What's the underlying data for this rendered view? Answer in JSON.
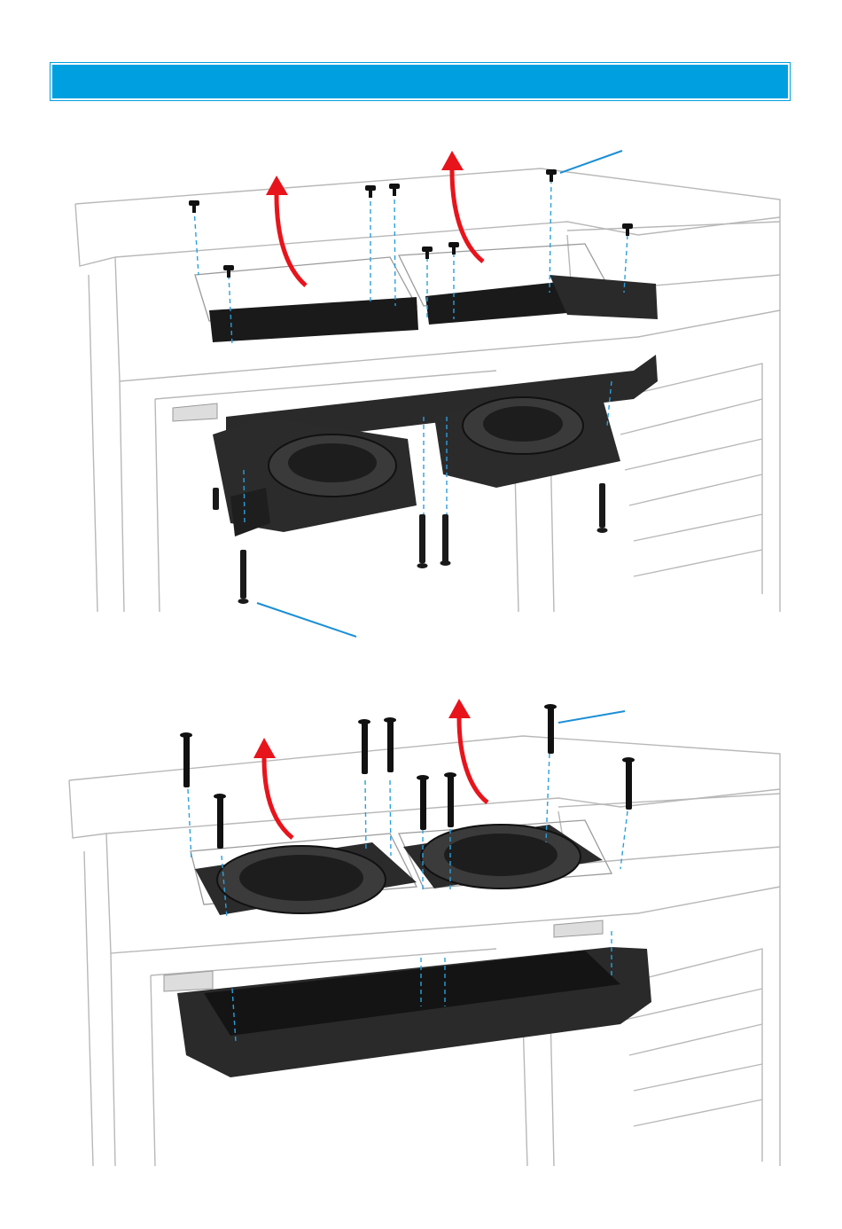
{
  "header": {
    "title": "",
    "color": "#00a0e0"
  },
  "figures": [
    {
      "name": "fans-under-top-panel-radiator-above",
      "screw_type": "short-screws",
      "arrow_color": "#e8141c",
      "callout_color": "#1b8fd6"
    },
    {
      "name": "fans-above-top-panel-radiator-below",
      "screw_type": "long-screws",
      "arrow_color": "#e8141c",
      "callout_color": "#1b8fd6"
    }
  ]
}
